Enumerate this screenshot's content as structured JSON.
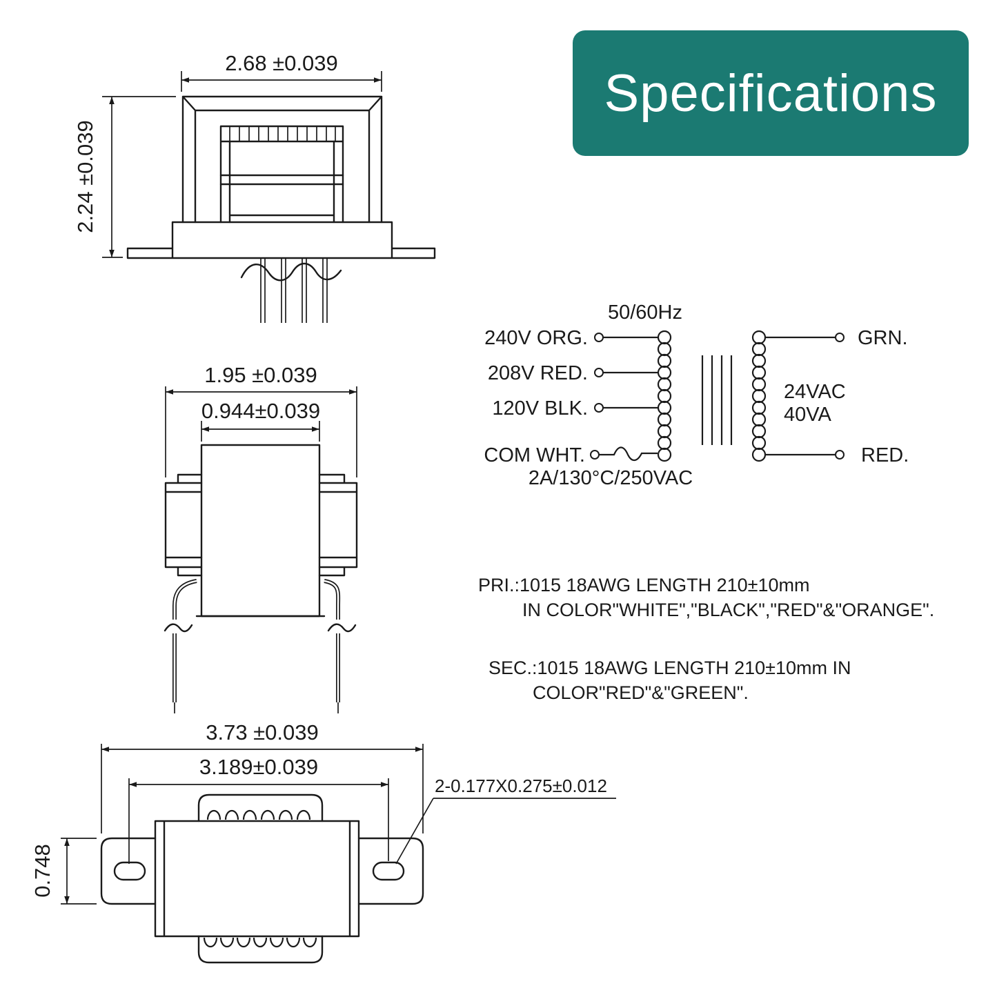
{
  "banner": {
    "title": "Specifications",
    "bg_color": "#1b7a72",
    "text_color": "#ffffff"
  },
  "line_color": "#1a1a1a",
  "front_view": {
    "width_dim": "2.68 ±0.039",
    "height_dim": "2.24 ±0.039"
  },
  "side_view": {
    "outer_width_dim": "1.95 ±0.039",
    "bobbin_width_dim": "0.944±0.039"
  },
  "bottom_view": {
    "overall_width_dim": "3.73 ±0.039",
    "hole_spacing_dim": "3.189±0.039",
    "flange_height_dim": "0.748",
    "slot_size_label": "2-0.177X0.275±0.012"
  },
  "wiring_diagram": {
    "frequency": "50/60Hz",
    "primary_taps": [
      {
        "label": "240V ORG."
      },
      {
        "label": "208V RED."
      },
      {
        "label": "120V BLK."
      },
      {
        "label": "COM WHT."
      }
    ],
    "secondary_top_label": "GRN.",
    "secondary_bottom_label": "RED.",
    "output_line1": "24VAC",
    "output_line2": "40VA",
    "protection_rating": "2A/130°C/250VAC"
  },
  "notes": {
    "primary_line1": "PRI.:1015 18AWG LENGTH 210±10mm",
    "primary_line2": "IN COLOR\"WHITE\",\"BLACK\",\"RED\"&\"ORANGE\".",
    "secondary_line1": "SEC.:1015 18AWG LENGTH 210±10mm IN",
    "secondary_line2": "COLOR\"RED\"&\"GREEN\"."
  }
}
